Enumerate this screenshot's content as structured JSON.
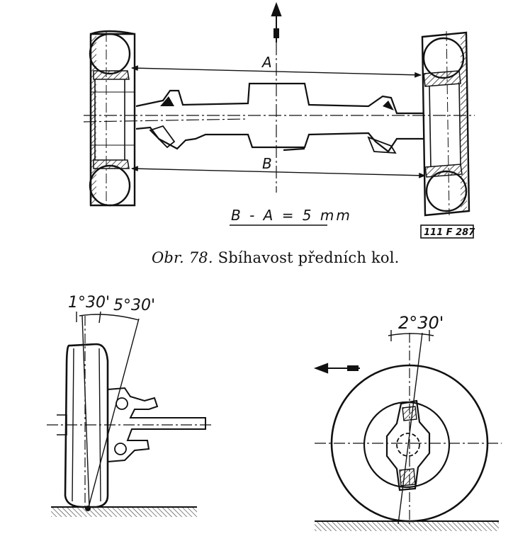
{
  "top_figure": {
    "label_a": "A",
    "label_b": "B",
    "formula": "B - A = 5 mm",
    "ref_code": "111 F 287"
  },
  "caption": {
    "prefix": "Obr. 78.",
    "text": "Sbíhavost předních kol."
  },
  "camber_figure": {
    "angle_1": "1°30'",
    "angle_2": "5°30'"
  },
  "caster_figure": {
    "angle": "2°30'"
  }
}
